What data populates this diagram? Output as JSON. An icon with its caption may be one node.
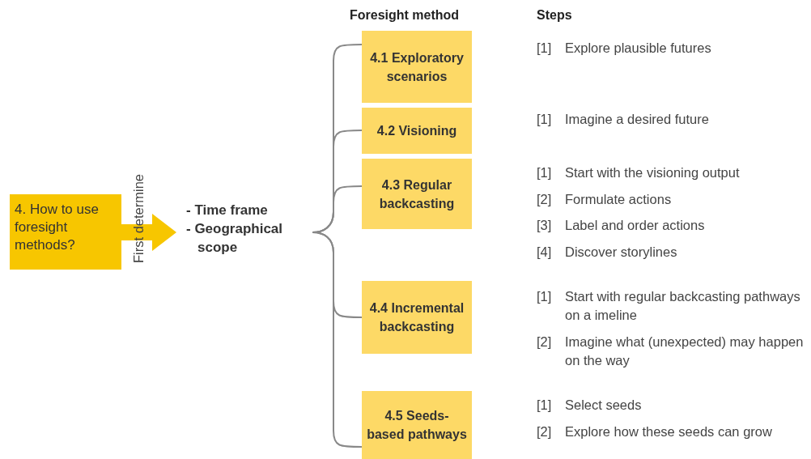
{
  "diagram": {
    "nodes": [
      {
        "text": [
          "4. How to use foresight methods?"
        ]
      },
      {
        "text": [
          "- Time frame",
          "- Geographical scope"
        ]
      },
      {
        "text": [
          "4.1 Exploratory scenarios"
        ],
        "beside": [
          "[1]",
          "Explore plausible futures"
        ]
      },
      {
        "text": [
          "4.2 Visioning"
        ],
        "beside": [
          "[1]",
          "Imagine a desired future"
        ]
      },
      {
        "text": [
          "4.3 Regular backcasting"
        ],
        "beside": [
          "[1]",
          "Start with the visioning output",
          "[2]",
          "Formulate actions",
          "[3]",
          "Label and order actions",
          "[4]",
          "Discover storylines"
        ]
      },
      {
        "text": [
          "4.4 Incremental backcasting"
        ],
        "beside": [
          "[1]",
          "Start with regular backcasting pathways on a imeline",
          "[2]",
          "Imagine what (unexpected) may happen on the way"
        ]
      },
      {
        "text": [
          "4.5 Seeds-based pathways"
        ],
        "beside": [
          "[1]",
          "Select seeds",
          "[2]",
          "Explore how these seeds can grow"
        ]
      }
    ],
    "edges": [
      {
        "from": 0,
        "to": 1,
        "arrow": "to",
        "label": "First determine",
        "style": "thick",
        "color": "#f7c600"
      },
      {
        "from": 1,
        "to": 2,
        "arrow": "none"
      },
      {
        "from": 1,
        "to": 3,
        "arrow": "none"
      },
      {
        "from": 1,
        "to": 4,
        "arrow": "none"
      },
      {
        "from": 1,
        "to": 5,
        "arrow": "none"
      },
      {
        "from": 1,
        "to": 6,
        "arrow": "none"
      }
    ],
    "labels": [
      "Foresight method",
      "Steps"
    ]
  }
}
